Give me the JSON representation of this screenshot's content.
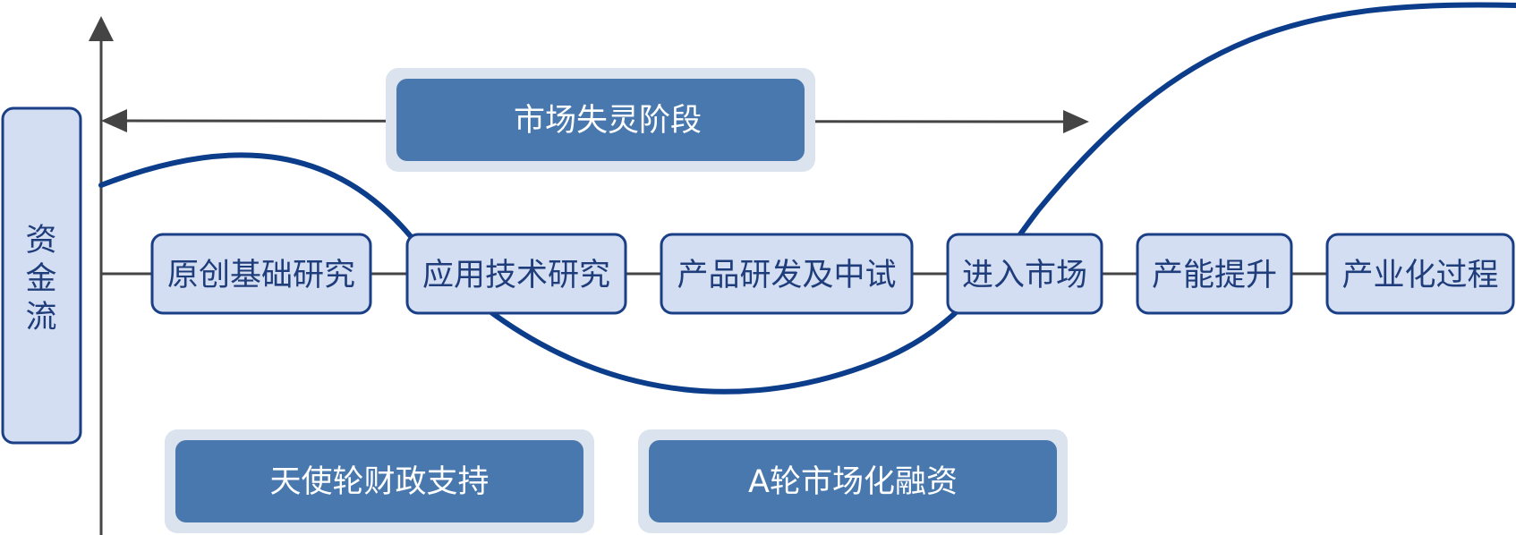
{
  "axis_label": [
    "资",
    "金",
    "流"
  ],
  "market_failure_label": "市场失灵阶段",
  "stages": [
    "原创基础研究",
    "应用技术研究",
    "产品研发及中试",
    "进入市场",
    "产能提升",
    "产业化过程"
  ],
  "funding": {
    "government": "天使轮财政支持",
    "market": "A轮市场化融资"
  },
  "colors": {
    "curve": "#0c3d8a",
    "stage_fill": "#d4def3",
    "stage_stroke": "#1a3f86",
    "banner_fill": "#4878ad",
    "banner_halo": "#dbe3ee",
    "axis": "#444444",
    "text_dark": "#1f3d7a"
  }
}
